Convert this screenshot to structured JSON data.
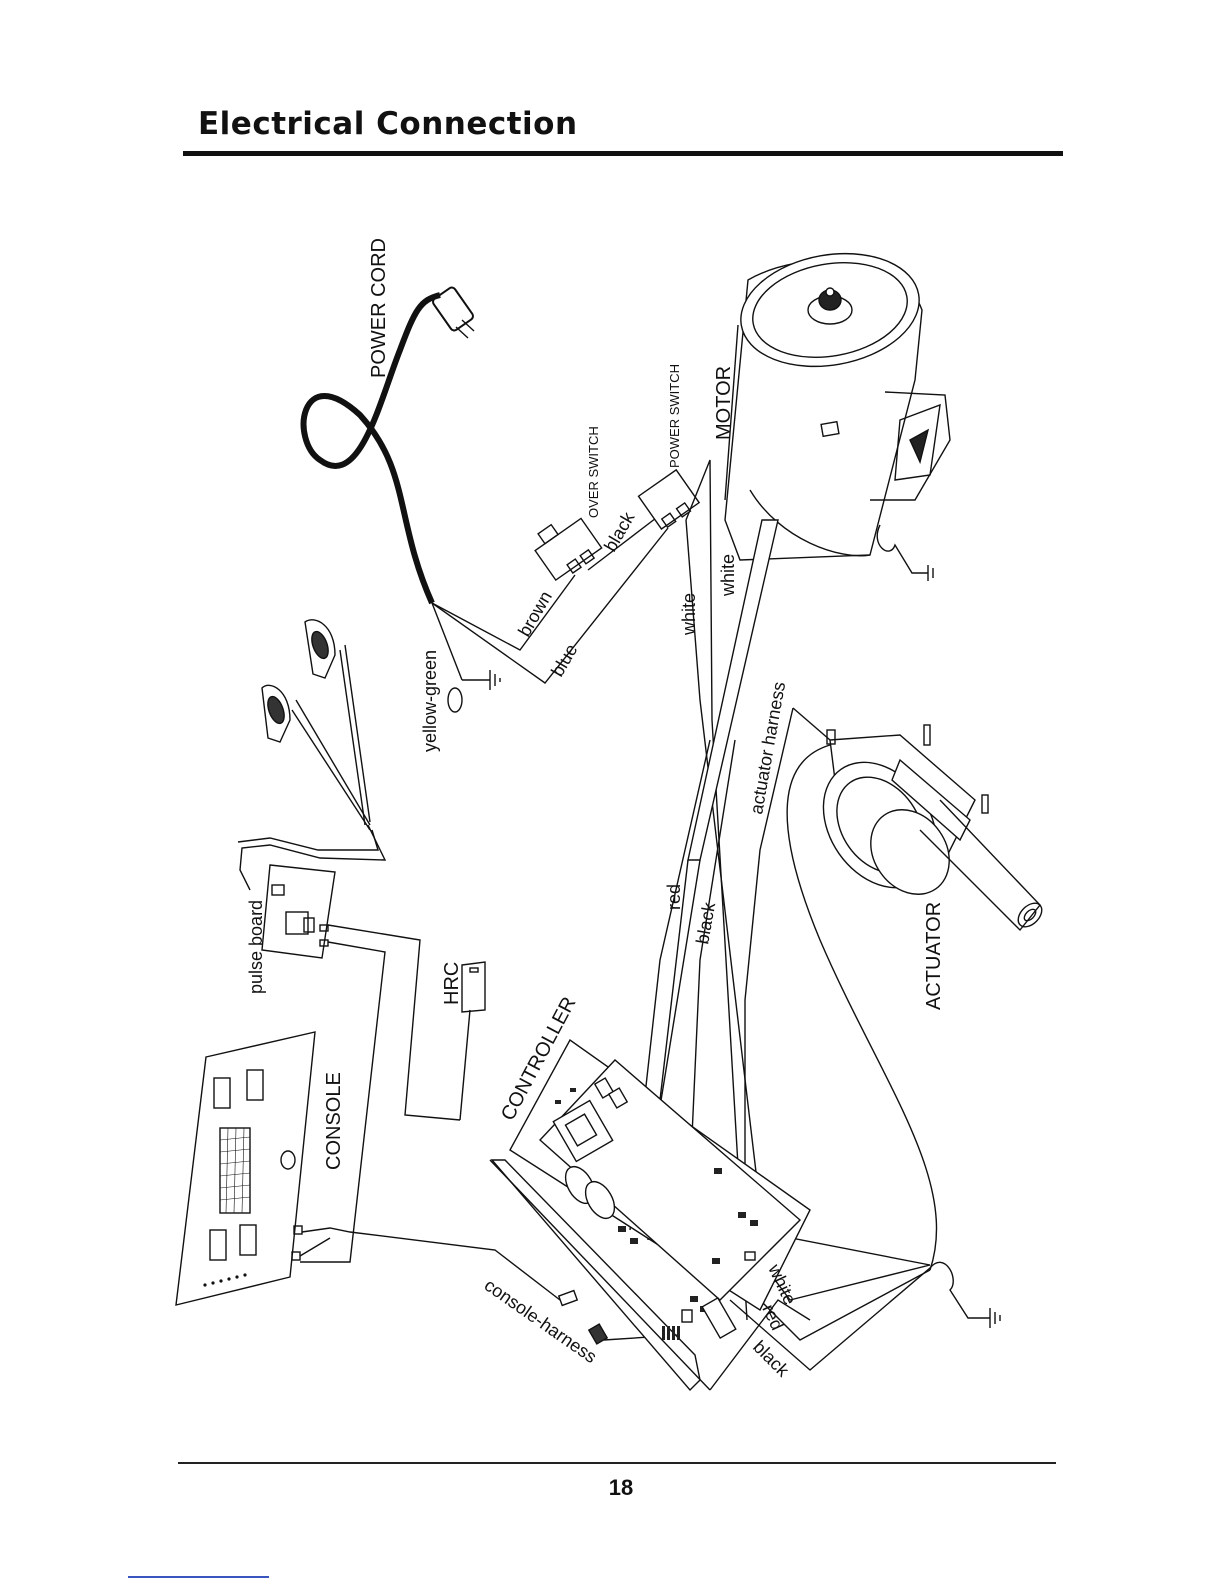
{
  "title": "Electrical Connection",
  "page_number": "18",
  "components": {
    "power_cord": "POWER CORD",
    "over_switch": "OVER SWITCH",
    "power_switch": "POWER SWITCH",
    "motor": "MOTOR",
    "actuator": "ACTUATOR",
    "actuator_harness": "actuator harness",
    "pulse_board": "pulse board",
    "hrc": "HRC",
    "controller": "CONTROLLER",
    "console": "CONSOLE",
    "console_harness": "console-harness"
  },
  "wires": {
    "yellow_green": "yellow-green",
    "brown": "brown",
    "blue": "blue",
    "black_switch": "black",
    "white_1": "white",
    "white_2": "white",
    "red_mid": "red",
    "black_mid": "black",
    "white_bottom": "white",
    "red_bottom": "red",
    "black_bottom": "black"
  }
}
